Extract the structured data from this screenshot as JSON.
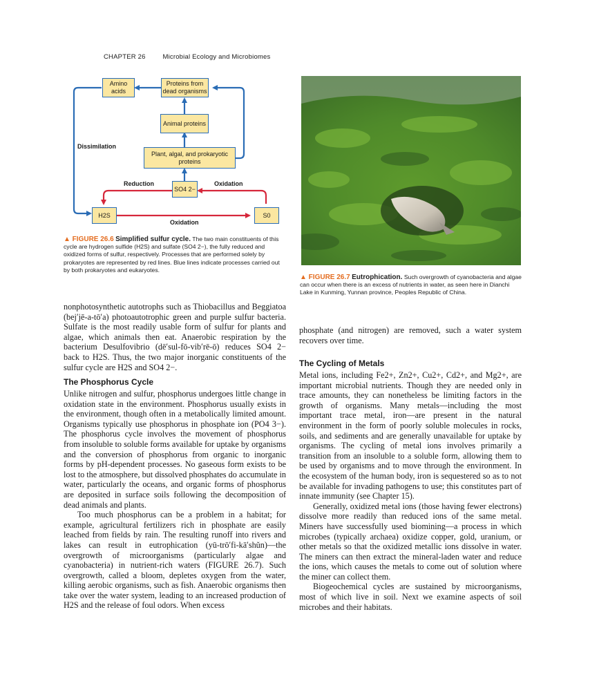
{
  "header": {
    "chapter": "CHAPTER 26",
    "title": "Microbial Ecology and Microbiomes"
  },
  "diagram": {
    "amino_acids": "Amino acids",
    "proteins_dead": "Proteins from dead organisms",
    "animal_proteins": "Animal proteins",
    "plant_proteins": "Plant, algal, and prokaryotic proteins",
    "so4": "SO4 2−",
    "h2s": "H2S",
    "s0": "S0",
    "label_dissimilation": "Dissimilation",
    "label_reduction": "Reduction",
    "label_oxidation_top": "Oxidation",
    "label_oxidation_bottom": "Oxidation",
    "colors": {
      "box_fill": "#fbe7a1",
      "blue": "#2a6cb5",
      "red": "#d6273a"
    }
  },
  "fig26_6": {
    "label": "▲ FIGURE 26.6",
    "title": "Simplified sulfur cycle.",
    "text": "The two main constituents of this cycle are hydrogen sulfide (H2S) and sulfate (SO4 2−), the fully reduced and oxidized forms of sulfur, respectively. Processes that are performed solely by prokaryotes are represented by red lines. Blue lines indicate processes carried out by both prokaryotes and eukaryotes."
  },
  "fig26_7": {
    "label": "▲ FIGURE 26.7",
    "title": "Eutrophication.",
    "text": "Such overgrowth of cyanobacteria and algae can occur when there is an excess of nutrients in water, as seen here in Dianchi Lake in Kunming, Yunnan province, Peoples Republic of China."
  },
  "left": {
    "para0": "nonphotosynthetic autotrophs such as Thiobacillus and Beggiatoa (bej′jē-a-tō′a) photoautotrophic green and purple sulfur bacteria. Sulfate is the most readily usable form of sulfur for plants and algae, which animals then eat. Anaerobic respiration by the bacterium Desulfovibrio (dē′sul-fō-vib′rē-ō) reduces SO4 2− back to H2S. Thus, the two major inorganic constituents of the sulfur cycle are H2S and SO4 2−.",
    "heading": "The Phosphorus Cycle",
    "para1": "Unlike nitrogen and sulfur, phosphorus undergoes little change in oxidation state in the environment. Phosphorus usually exists in the environment, though often in a metabolically limited amount. Organisms typically use phosphorus in phosphate ion (PO4 3−). The phosphorus cycle involves the movement of phosphorus from insoluble to soluble forms available for uptake by organisms and the conversion of phosphorus from organic to inorganic forms by pH-dependent processes. No gaseous form exists to be lost to the atmosphere, but dissolved phosphates do accumulate in water, particularly the oceans, and organic forms of phosphorus are deposited in surface soils following the decomposition of dead animals and plants.",
    "para2": "Too much phosphorus can be a problem in a habitat; for example, agricultural fertilizers rich in phosphate are easily leached from fields by rain. The resulting runoff into rivers and lakes can result in eutrophication (yū-trō′fi-kā′shŭn)—the overgrowth of microorganisms (particularly algae and cyanobacteria) in nutrient-rich waters (FIGURE 26.7). Such overgrowth, called a bloom, depletes oxygen from the water, killing aerobic organisms, such as fish. Anaerobic organisms then take over the water system, leading to an increased production of H2S and the release of foul odors. When excess"
  },
  "right": {
    "para0": "phosphate (and nitrogen) are removed, such a water system recovers over time.",
    "heading": "The Cycling of Metals",
    "para1": "Metal ions, including Fe2+, Zn2+, Cu2+, Cd2+, and Mg2+, are important microbial nutrients. Though they are needed only in trace amounts, they can nonetheless be limiting factors in the growth of organisms. Many metals—including the most important trace metal, iron—are present in the natural environment in the form of poorly soluble molecules in rocks, soils, and sediments and are generally unavailable for uptake by organisms. The cycling of metal ions involves primarily a transition from an insoluble to a soluble form, allowing them to be used by organisms and to move through the environment. In the ecosystem of the human body, iron is sequestered so as to not be available for invading pathogens to use; this constitutes part of innate immunity (see Chapter 15).",
    "para2": "Generally, oxidized metal ions (those having fewer electrons) dissolve more readily than reduced ions of the same metal. Miners have successfully used biomining—a process in which microbes (typically archaea) oxidize copper, gold, uranium, or other metals so that the oxidized metallic ions dissolve in water. The miners can then extract the mineral-laden water and reduce the ions, which causes the metals to come out of solution where the miner can collect them.",
    "para3": "Biogeochemical cycles are sustained by microorganisms, most of which live in soil. Next we examine aspects of soil microbes and their habitats."
  }
}
